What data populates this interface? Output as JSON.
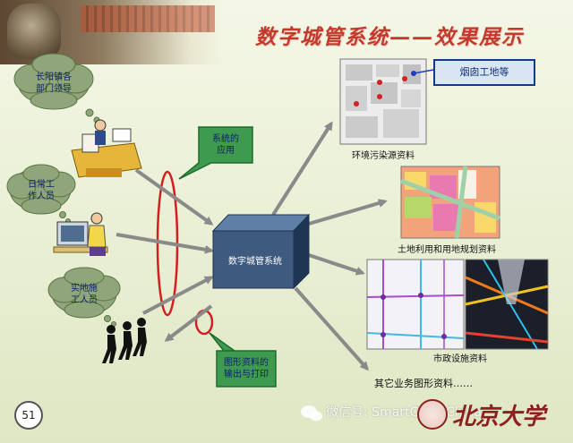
{
  "title": "数字城管系统——效果展示",
  "center_node": "数字城管系统",
  "callouts": {
    "system_app": "系统的\n应用",
    "graphic_output": "图形资料的\n输出与打印"
  },
  "users": {
    "leaders": "长阳镇各\n部门领导",
    "daily_staff": "日常工\n作人员",
    "field_staff": "实地施\n工人员"
  },
  "outputs": {
    "pollution": "环境污染源资料",
    "chimney": "烟囱工地等",
    "land_use": "土地利用和用地规划资料",
    "municipal": "市政设施资料",
    "other": "其它业务图形资料……"
  },
  "page_number": "51",
  "watermark": "微信号: SmartCityInChina",
  "brand": "北京大学",
  "colors": {
    "arrow": "#8a8a8a",
    "cloud_fill": "#8fa57a",
    "callout_fill": "#3d9a4e",
    "cube_front": "#3e5a7e",
    "ellipse": "#d21f1f",
    "title": "#c23a2b"
  }
}
